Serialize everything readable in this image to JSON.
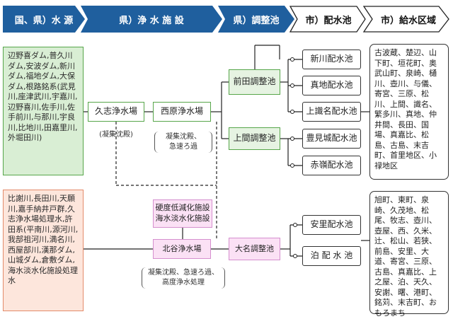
{
  "headers": {
    "source": "国、県）水 源",
    "plant": "県）浄 水 施 設",
    "reservoir": "県）調整池",
    "tank": "市）配水池",
    "area": "市）給水区域"
  },
  "sources": {
    "green": "辺野喜ダム,普久川ダム,安波ダム,新川ダム,福地ダム,大保ダム,根路銘系(武見川,座津武川,宇嘉川,辺野喜川,佐手川,佐手前川,与那川,宇良川,比地川,田嘉里川,外堀田川)",
    "orange": "比謝川,長田川,天願川,嘉手納井戸群,久志浄水場処理水,許田系(平南川,源河川,我部祖河川,満名川,西屋部川,漢那ダム,山城ダム,倉敷ダム,海水淡水化施設処理水"
  },
  "plants": {
    "kushi": "久志浄水場",
    "nishihara": "西原浄水場",
    "chatan": "北谷浄水場",
    "treatment": "硬度低減化施設\n海水淡水化施設"
  },
  "notes": {
    "kushi": "(凝集沈殿)",
    "nishihara": "凝集沈殿、\n急速ろ過",
    "chatan": "凝集沈殿、急速ろ過、\n高度浄水処理"
  },
  "reservoirs": {
    "maeda": "前田調整池",
    "ueama": "上間調整池",
    "oona": "大名調整池"
  },
  "tanks": {
    "arakawa": "新川配水池",
    "machinato": "真地配水池",
    "shikina": "上識名配水池",
    "tomigusuku": "豊見城配水池",
    "akamine": "赤嶺配水池",
    "ajimine": "安里配水池",
    "tomari": "泊 配 水 池"
  },
  "areas": {
    "upper": "古波蔵、楚辺、山下町、垣花町、奥武山町、泉崎、樋川、壺川、与儀、寄宮、三原、松川、上間、識名、繁多川、真地、仲井間、長田、国場、真嘉比、松島、古島、末吉町、首里地区、小禄地区",
    "lower": "旭町、東町、泉崎、久茂地、松尾、牧志、壺川、壺屋、西、久米、辻、松山、若狭、前島、安里、大道、寄宮、三原、古島、真嘉比、上之屋、泊、天久、安謝、曙、港町、銘苅、末吉町、おもろまち"
  },
  "colors": {
    "header_blue": "#1f5f9e",
    "green_border": "#57a64a",
    "green_fill": "#d9eed4",
    "orange_border": "#e38b6a",
    "orange_fill": "#fde6dc",
    "pink_border": "#d58fce",
    "pink_fill": "#fbe1f5"
  }
}
